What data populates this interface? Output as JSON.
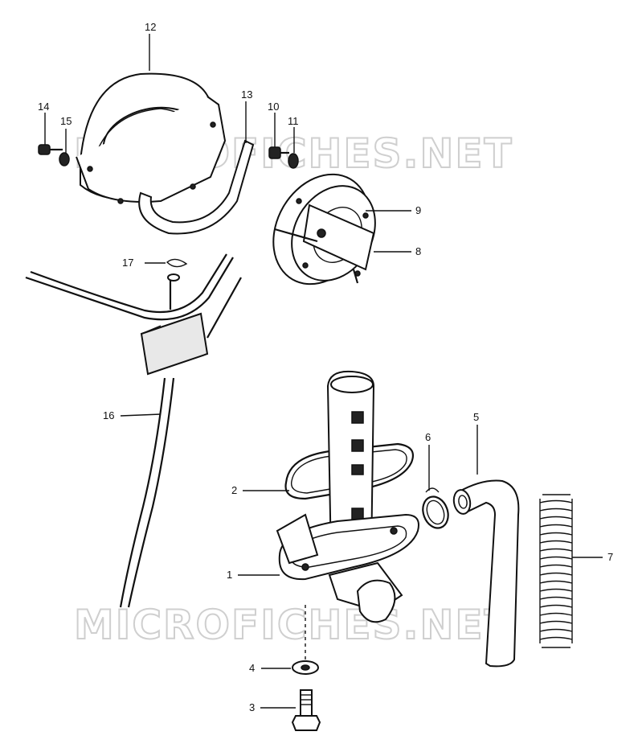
{
  "watermark": {
    "top": "MICROFICHES.NET",
    "bottom": "MICROFICHES.NET"
  },
  "callouts": {
    "c1": "1",
    "c2": "2",
    "c3": "3",
    "c4": "4",
    "c5": "5",
    "c6": "6",
    "c7": "7",
    "c8": "8",
    "c9": "9",
    "c10": "10",
    "c11": "11",
    "c12": "12",
    "c13": "13",
    "c14": "14",
    "c15": "15",
    "c16": "16",
    "c17": "17"
  }
}
